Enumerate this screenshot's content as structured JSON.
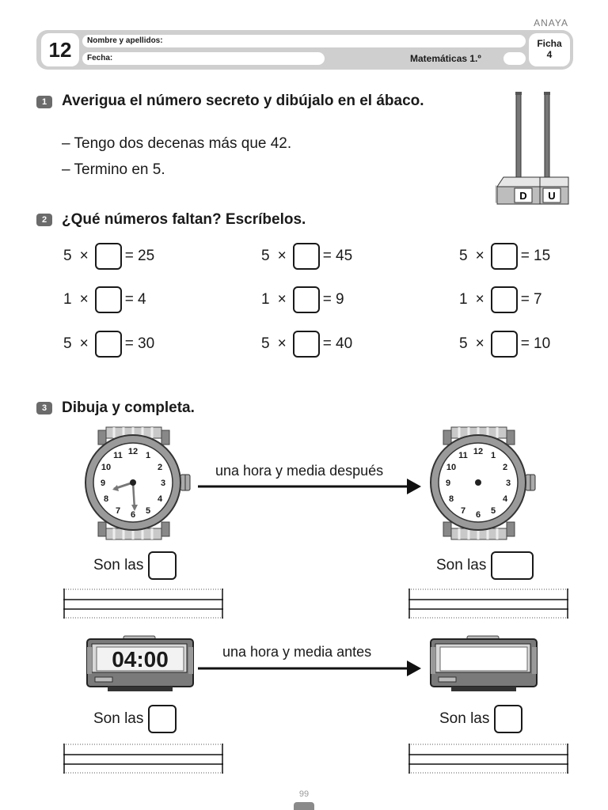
{
  "header": {
    "publisher": "ANAYA",
    "unit_number": "12",
    "name_label": "Nombre y apellidos:",
    "date_label": "Fecha:",
    "subject": "Matemáticas 1.º",
    "ficha_label": "Ficha",
    "ficha_number": "4"
  },
  "exercise1": {
    "number": "1",
    "title": "Averigua el número secreto y dibújalo en el ábaco.",
    "clues": [
      "– Tengo dos decenas más que 42.",
      "– Termino en 5."
    ],
    "abacus_labels": [
      "D",
      "U"
    ]
  },
  "exercise2": {
    "number": "2",
    "title": "¿Qué números faltan? Escríbelos.",
    "rows": [
      [
        {
          "left": "5",
          "op": "×",
          "result": "= 25"
        },
        {
          "left": "5",
          "op": "×",
          "result": "= 45"
        },
        {
          "left": "5",
          "op": "×",
          "result": "= 15"
        }
      ],
      [
        {
          "left": "1",
          "op": "×",
          "result": "= 4"
        },
        {
          "left": "1",
          "op": "×",
          "result": "= 9"
        },
        {
          "left": "1",
          "op": "×",
          "result": "= 7"
        }
      ],
      [
        {
          "left": "5",
          "op": "×",
          "result": "= 30"
        },
        {
          "left": "5",
          "op": "×",
          "result": "= 40"
        },
        {
          "left": "5",
          "op": "×",
          "result": "= 10"
        }
      ]
    ]
  },
  "exercise3": {
    "number": "3",
    "title": "Dibuja y completa.",
    "analog_caption": "una hora y media después",
    "digital_caption": "una hora y media antes",
    "digital_time": "04:00",
    "clock_numbers": [
      "12",
      "1",
      "2",
      "3",
      "4",
      "5",
      "6",
      "7",
      "8",
      "9",
      "10",
      "11"
    ],
    "son_las": "Son las"
  },
  "footer": {
    "page_number": "99"
  }
}
